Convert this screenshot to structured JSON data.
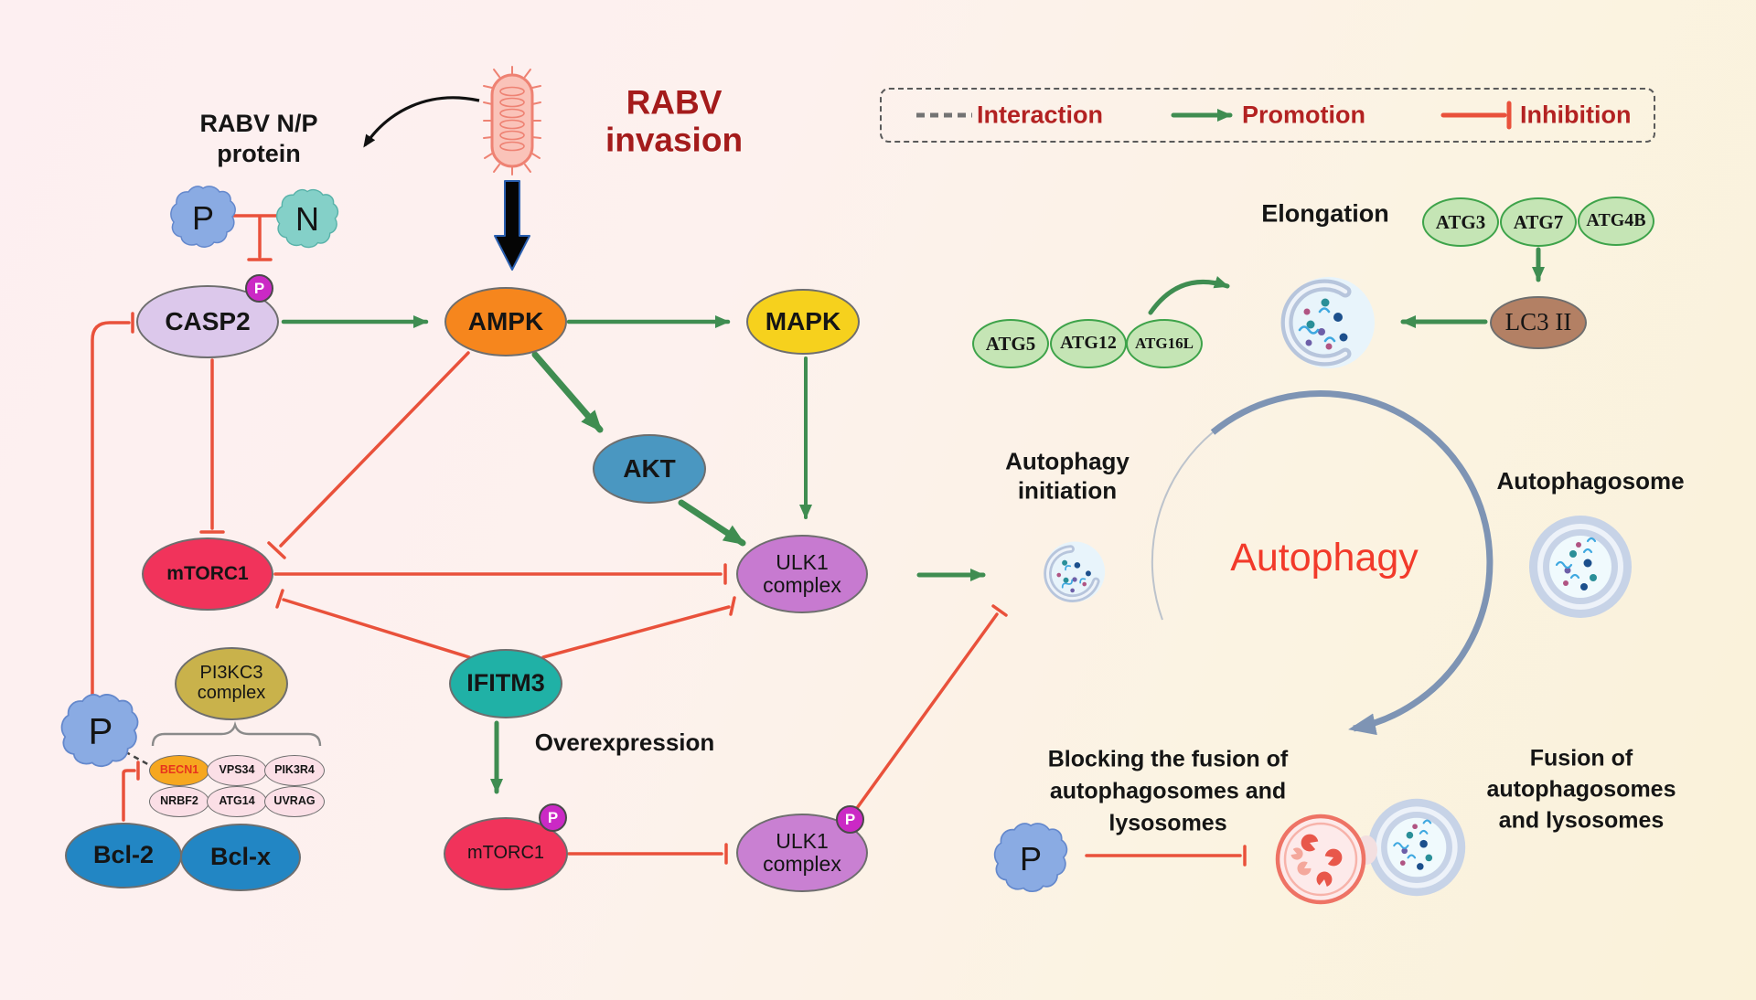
{
  "legend": {
    "interaction": "Interaction",
    "promotion": "Promotion",
    "inhibition": "Inhibition"
  },
  "texts": {
    "rabv_np": "RABV N/P\nprotein",
    "rabv_invasion": "RABV\ninvasion",
    "elongation": "Elongation",
    "overexpression": "Overexpression",
    "autophagy_initiation": "Autophagy\ninitiation",
    "autophagy": "Autophagy",
    "autophagosome": "Autophagosome",
    "blocking_fusion": "Blocking the fusion of\nautophagosomes and\nlysosomes",
    "fusion": "Fusion of\nautophagosomes\nand lysosomes"
  },
  "proteins": {
    "p": "P",
    "n": "N",
    "phospho": "P"
  },
  "nodes": {
    "casp2": "CASP2",
    "ampk": "AMPK",
    "mapk": "MAPK",
    "akt": "AKT",
    "ulk1": "ULK1\ncomplex",
    "mtorc1": "mTORC1",
    "pi3kc3": "PI3KC3\ncomplex",
    "ifitm3": "IFITM3",
    "mtorc1b": "mTORC1",
    "ulk1b": "ULK1\ncomplex",
    "becn1": "BECN1",
    "vps34": "VPS34",
    "pik3r4": "PIK3R4",
    "nrbf2": "NRBF2",
    "atg14": "ATG14",
    "uvrag": "UVRAG",
    "bcl2": "Bcl-2",
    "bclx": "Bcl-x",
    "atg3": "ATG3",
    "atg7": "ATG7",
    "atg4b": "ATG4B",
    "atg5": "ATG5",
    "atg12": "ATG12",
    "atg16l": "ATG16L",
    "lc3ii": "LC3 II"
  },
  "icons": {
    "virus": "rabies-virion",
    "p_protein": "protein-blob",
    "n_protein": "protein-blob",
    "phagophore": "crescent-membrane",
    "autophagosome": "double-membrane-vesicle",
    "autolysosome": "fused-lysosome-autophagosome",
    "autophagy_cycle": "circular-arrow"
  },
  "colors": {
    "promotion": "#3f8d51",
    "inhibition": "#e9513b",
    "interaction": "#666666",
    "legend_text": "#b32222",
    "rabv_title": "#a41b1b",
    "autophagy_text": "#f23a2a",
    "phospho_badge": "#cb29c5"
  }
}
